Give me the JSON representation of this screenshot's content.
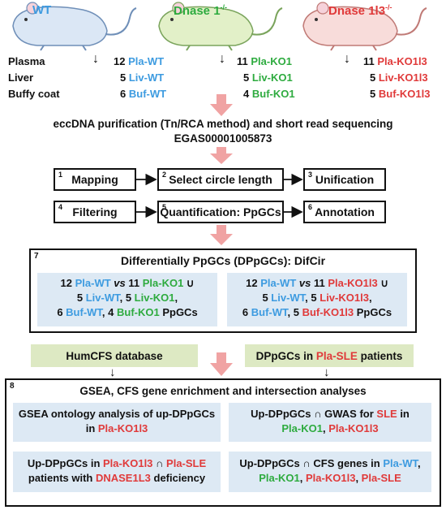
{
  "groups": {
    "wt": {
      "title": "WT"
    },
    "ko1": {
      "title": "Dnase 1",
      "sup": "-/-"
    },
    "ko1l3": {
      "title": "Dnase 1l3",
      "sup": "-/-"
    }
  },
  "tissues": [
    "Plasma",
    "Liver",
    "Buffy coat"
  ],
  "samples": {
    "wt": [
      {
        "n": "12",
        "name": "Pla-WT"
      },
      {
        "n": "5",
        "name": "Liv-WT"
      },
      {
        "n": "6",
        "name": "Buf-WT"
      }
    ],
    "ko1": [
      {
        "n": "11",
        "name": "Pla-KO1"
      },
      {
        "n": "5",
        "name": "Liv-KO1"
      },
      {
        "n": "4",
        "name": "Buf-KO1"
      }
    ],
    "ko1l3": [
      {
        "n": "11",
        "name": "Pla-KO1l3"
      },
      {
        "n": "5",
        "name": "Liv-KO1l3"
      },
      {
        "n": "5",
        "name": "Buf-KO1l3"
      }
    ]
  },
  "purification": {
    "line1": "eccDNA purification (Tn/RCA method) and short read sequencing",
    "line2": "EGAS00001005873"
  },
  "steps": [
    {
      "num": "1",
      "label": "Mapping"
    },
    {
      "num": "2",
      "label": "Select circle length"
    },
    {
      "num": "3",
      "label": "Unification"
    },
    {
      "num": "4",
      "label": "Filtering"
    },
    {
      "num": "5",
      "label": "Quantification: PpGCs"
    },
    {
      "num": "6",
      "label": "Annotation"
    }
  ],
  "section7": {
    "num": "7",
    "title": "Differentially PpGCs (DPpGCs): DifCir",
    "left": {
      "l1": {
        "a": "12 ",
        "b": "Pla-WT",
        "c": " vs ",
        "d": "11 ",
        "e": "Pla-KO1",
        "f": " ∪"
      },
      "l2": {
        "a": "5 ",
        "b": "Liv-WT",
        "c": ", 5 ",
        "d": "Liv-KO1",
        "e": ","
      },
      "l3": {
        "a": "6 ",
        "b": "Buf-WT",
        "c": ", 4 ",
        "d": "Buf-KO1",
        "e": " PpGCs"
      }
    },
    "right": {
      "l1": {
        "a": "12 ",
        "b": "Pla-WT",
        "c": " vs ",
        "d": "11 ",
        "e": "Pla-KO1l3",
        "f": " ∪"
      },
      "l2": {
        "a": "5 ",
        "b": "Liv-WT",
        "c": ", 5 ",
        "d": "Liv-KO1l3",
        "e": ","
      },
      "l3": {
        "a": "6 ",
        "b": "Buf-WT",
        "c": ", 5 ",
        "d": "Buf-KO1l3",
        "e": " PpGCs"
      }
    }
  },
  "inputs": {
    "left": "HumCFS database",
    "right_a": "DPpGCs in ",
    "right_b": "Pla-SLE",
    "right_c": " patients"
  },
  "section8": {
    "num": "8",
    "title": "GSEA, CFS gene enrichment and intersection analyses",
    "p1": {
      "l1": "GSEA ontology analysis of up-DPpGCs",
      "l2a": "in ",
      "l2b": "Pla-KO1l3"
    },
    "p2": {
      "l1a": "Up-DPpGCs ∩ GWAS for ",
      "l1b": "SLE",
      "l1c": " in",
      "l2a": "Pla-KO1",
      "l2b": ", ",
      "l2c": "Pla-KO1l3"
    },
    "p3": {
      "l1a": "Up-DPpGCs in ",
      "l1b": "Pla-KO1l3",
      "l1c": " ∩ ",
      "l1d": "Pla-SLE",
      "l2a": "patients with ",
      "l2b": "DNASE1L3",
      "l2c": " deficiency"
    },
    "p4": {
      "l1a": "Up-DPpGCs ∩ CFS genes in ",
      "l1b": "Pla-WT",
      "l1c": ",",
      "l2a": "Pla-KO1",
      "l2b": ", ",
      "l2c": "Pla-KO1l3",
      "l2d": ", ",
      "l2e": "Pla-SLE"
    }
  },
  "colors": {
    "wt": "#3d9be0",
    "ko1": "#2eab3f",
    "ko1l3": "#e03a3a",
    "panel": "#dde9f4",
    "green_box": "#dde9c3",
    "arrow": "#f0a3a3"
  }
}
